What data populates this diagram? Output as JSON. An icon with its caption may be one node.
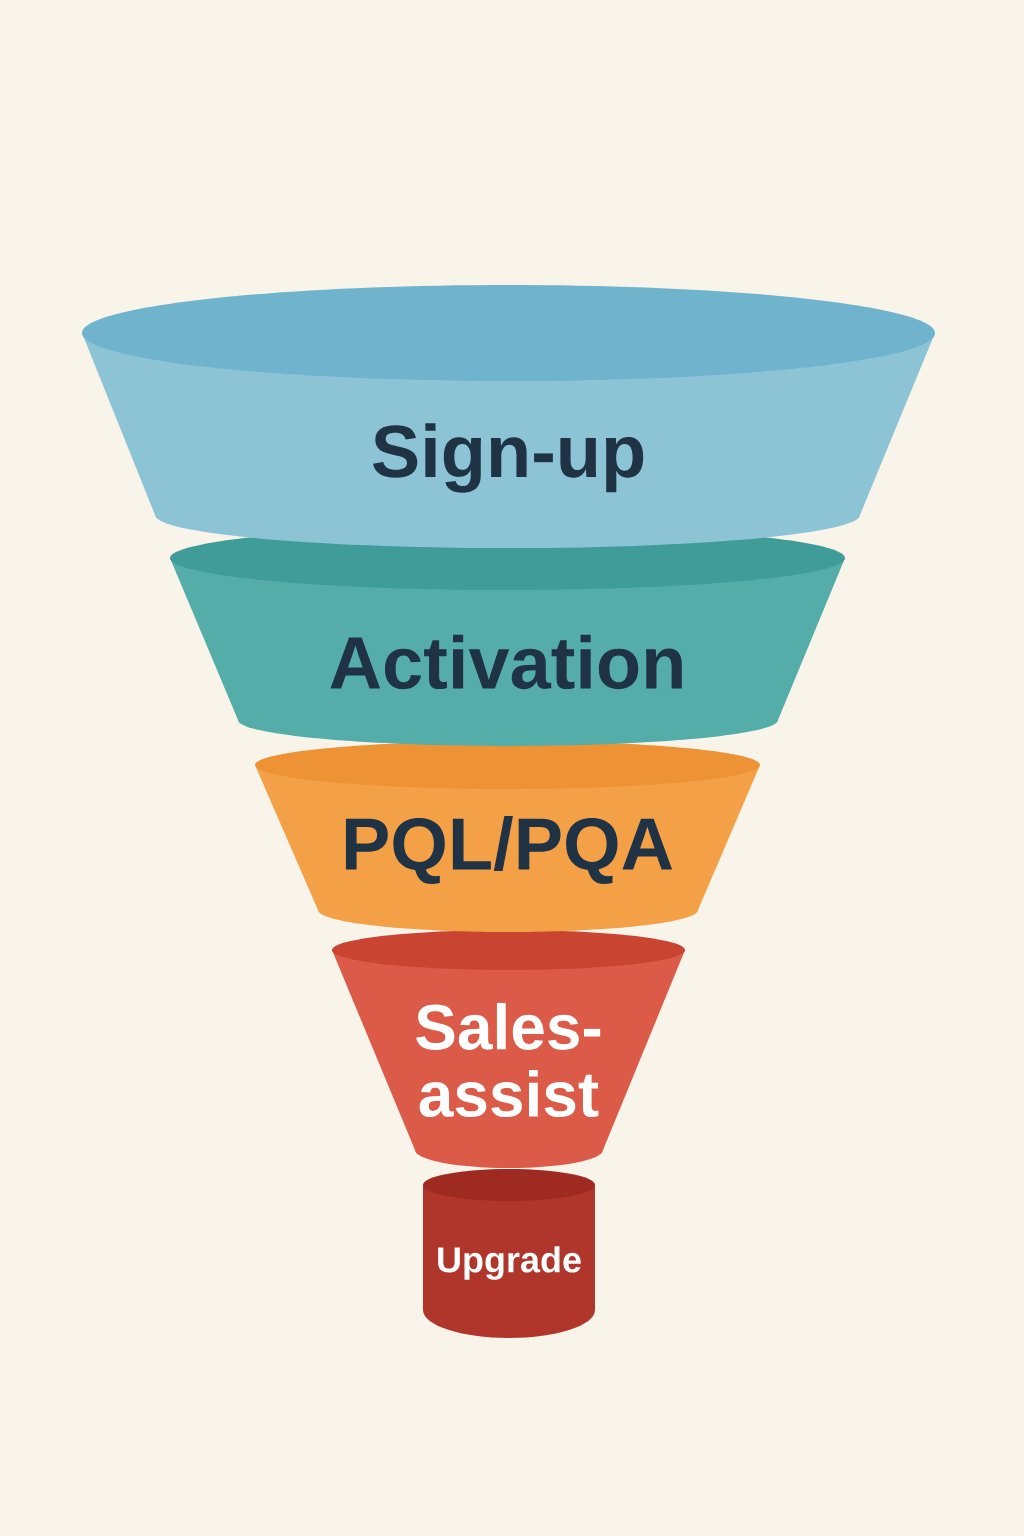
{
  "diagram": {
    "nodes": [
      {
        "text": [
          "Sign-up"
        ]
      },
      {
        "text": [
          "Activation"
        ]
      },
      {
        "text": [
          "PQL/PQA"
        ]
      },
      {
        "text": [
          "Sales-assist"
        ]
      },
      {
        "text": [
          "Upgrade"
        ]
      }
    ]
  }
}
